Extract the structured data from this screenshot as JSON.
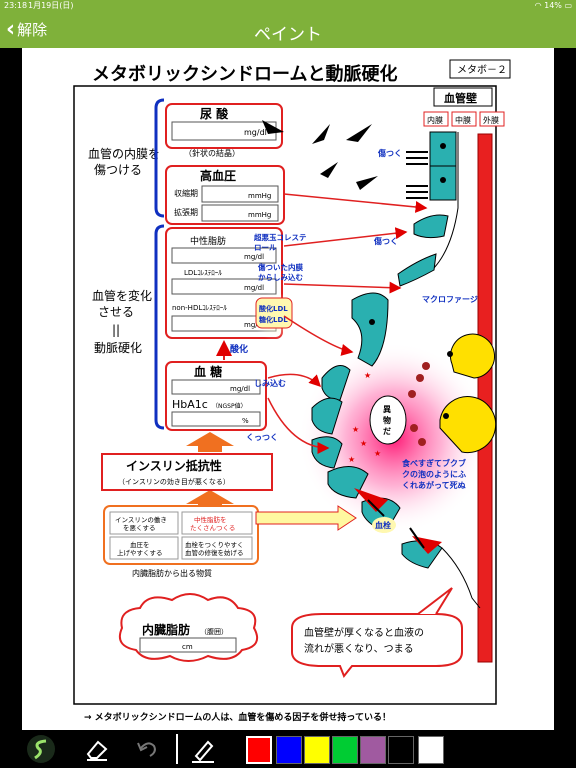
{
  "status": {
    "time": "23:18",
    "date": "1月19日(日)",
    "battery": "14%"
  },
  "nav": {
    "back_label": "解除",
    "title": "ペイント"
  },
  "sheet": {
    "title": "メタボリックシンドロームと動脈硬化",
    "tag": "メタボ－２",
    "left_heading_1": [
      "血管の内膜を",
      "傷つける"
    ],
    "left_heading_2": [
      "血管を変化",
      "させる",
      "||",
      "動脈硬化"
    ],
    "box_uric": {
      "label": "尿 酸",
      "unit": "mg/dl",
      "note": "（針状の結晶）"
    },
    "box_bp": {
      "label": "高血圧",
      "row1": "収縮期",
      "row2": "拡張期",
      "unit": "mmHg"
    },
    "box_lipid": {
      "label": "中性脂肪",
      "unit": "mg/dl",
      "ldl": "LDLｺﾚｽﾃﾛｰﾙ",
      "nonhdl": "non-HDLｺﾚｽﾃﾛｰﾙ"
    },
    "box_sugar": {
      "label": "血 糖",
      "unit": "mg/dl",
      "hba1c": "HbA1c",
      "ngsp": "（NGSP値）",
      "pct": "%"
    },
    "oxidation": "酸化",
    "oxidized_ldl": [
      "酸化LDL",
      "糖化LDL"
    ],
    "insulin": {
      "title": "インスリン抵抗性",
      "subtitle": "（インスリンの効き目が悪くなる）"
    },
    "substances": {
      "cells": [
        "インスリンの働き\nを悪くする",
        "中性脂肪を\nたくさんつくる",
        "血圧を\n上げやすくする",
        "血栓をつくりやすく\n血管の修復を妨げる"
      ],
      "caption": "内臓脂肪から出る物質"
    },
    "visceral": {
      "label": "内臓脂肪",
      "sub": "（腹囲）",
      "unit": "cm"
    },
    "vessel": {
      "title": "血管壁",
      "layers": [
        "内膜",
        "中膜",
        "外膜"
      ]
    },
    "labels": {
      "hurt1": "傷つく",
      "hurt2": "傷つく",
      "bad_chol": [
        "超悪玉コレステ",
        "ロール"
      ],
      "soak_hurt": [
        "傷ついた内膜",
        "からしみ込む"
      ],
      "macrophage": "マクロファージ",
      "soak": "しみ込む",
      "stick": "くっつく",
      "foreign": [
        "異",
        "物",
        "だ"
      ],
      "overeat": [
        "食べすぎてブクブ",
        "クの泡のようにふ",
        "くれあがって死ぬ"
      ],
      "thrombus": "血栓",
      "bubble": [
        "血管壁が厚くなると血液の",
        "流れが悪くなり、つまる"
      ],
      "footer": "→ メタボリックシンドロームの人は、血管を傷める因子を併せ持っている！"
    }
  },
  "toolbar": {
    "icons": [
      "pen-tool-icon",
      "eraser-icon",
      "undo-icon",
      "brush-icon"
    ],
    "colors": [
      "#ff0000",
      "#0000ff",
      "#ffff00",
      "#00cc33",
      "#a05aa0",
      "#000000",
      "#ffffff"
    ]
  }
}
